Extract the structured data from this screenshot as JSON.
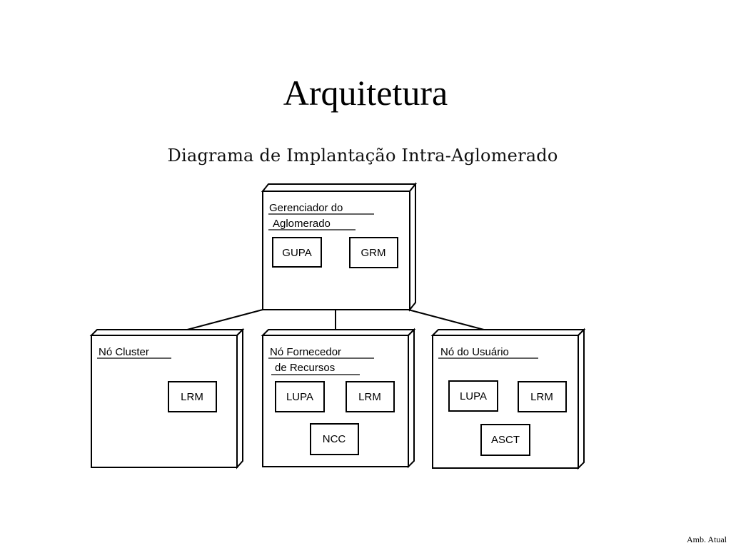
{
  "slide": {
    "title": "Arquitetura",
    "subtitle": "Diagrama de Implantação Intra-Aglomerado",
    "footer": "Amb. Atual"
  },
  "diagram": {
    "root": {
      "title_lines": [
        "Gerenciador do",
        "Aglomerado"
      ],
      "components": [
        "GUPA",
        "GRM"
      ]
    },
    "nodes": [
      {
        "title_lines": [
          "Nó Cluster"
        ],
        "components": [
          "LRM"
        ]
      },
      {
        "title_lines": [
          "Nó Fornecedor",
          "de Recursos"
        ],
        "components": [
          "LUPA",
          "LRM",
          "NCC"
        ]
      },
      {
        "title_lines": [
          "Nó do Usuário"
        ],
        "components": [
          "LUPA",
          "LRM",
          "ASCT"
        ]
      }
    ]
  }
}
